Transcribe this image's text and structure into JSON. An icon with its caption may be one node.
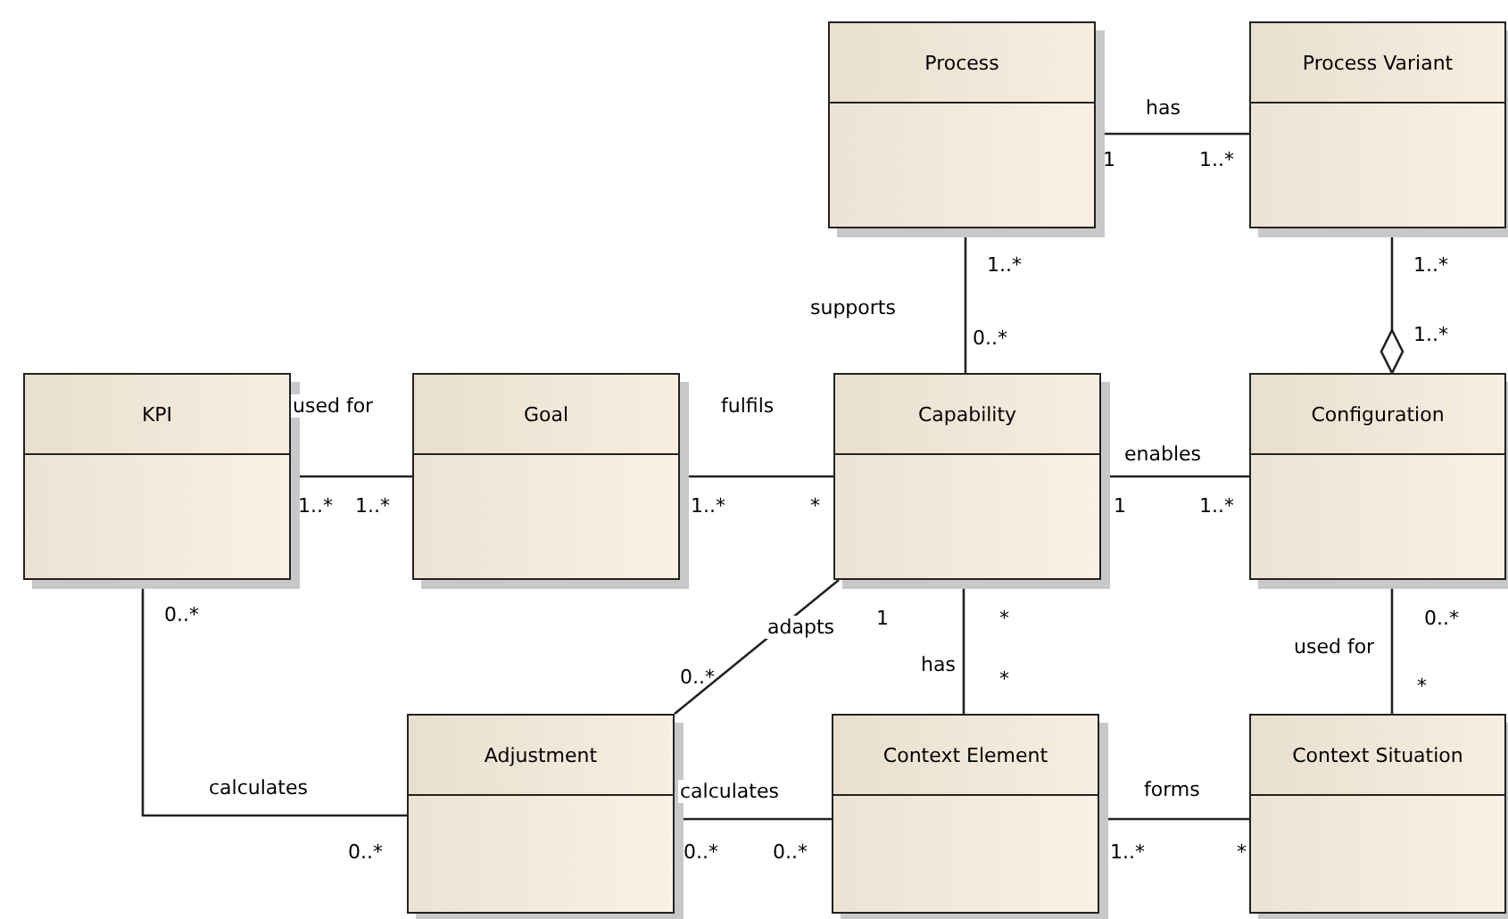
{
  "diagram": {
    "nodes": [
      {
        "text": [
          "Process"
        ]
      },
      {
        "text": [
          "Process Variant"
        ]
      },
      {
        "text": [
          "KPI"
        ]
      },
      {
        "text": [
          "Goal"
        ]
      },
      {
        "text": [
          "Capability"
        ]
      },
      {
        "text": [
          "Configuration"
        ]
      },
      {
        "text": [
          "Adjustment"
        ]
      },
      {
        "text": [
          "Context Element"
        ]
      },
      {
        "text": [
          "Context Situation"
        ]
      }
    ],
    "edges": [
      {
        "from": 0,
        "to": 1,
        "arrow": "none",
        "label": "has"
      },
      {
        "from": 0,
        "to": 4,
        "arrow": "none",
        "label": "supports"
      },
      {
        "from": 1,
        "to": 5,
        "arrow": "other"
      },
      {
        "from": 2,
        "to": 3,
        "arrow": "none",
        "label": "used for"
      },
      {
        "from": 3,
        "to": 4,
        "arrow": "none",
        "label": "fulfils"
      },
      {
        "from": 4,
        "to": 5,
        "arrow": "none",
        "label": "enables"
      },
      {
        "from": 4,
        "to": 6,
        "arrow": "none",
        "label": "adapts"
      },
      {
        "from": 2,
        "to": 6,
        "arrow": "none",
        "label": "calculates"
      },
      {
        "from": 6,
        "to": 7,
        "arrow": "none",
        "label": "calculates"
      },
      {
        "from": 4,
        "to": 7,
        "arrow": "none",
        "label": "has"
      },
      {
        "from": 7,
        "to": 8,
        "arrow": "none",
        "label": "forms"
      },
      {
        "from": 5,
        "to": 8,
        "arrow": "none",
        "label": "used for"
      }
    ],
    "labels": [
      "1",
      "1..*",
      "1..*",
      "1..*",
      "0..*",
      "1..*",
      "1..*",
      "1..*",
      "1..*",
      "*",
      "1",
      "1..*",
      "0..*",
      "1",
      "*",
      "0..*",
      "0..*",
      "*",
      "*",
      "0..*",
      "0..*",
      "0..*",
      "1..*",
      "*"
    ]
  }
}
